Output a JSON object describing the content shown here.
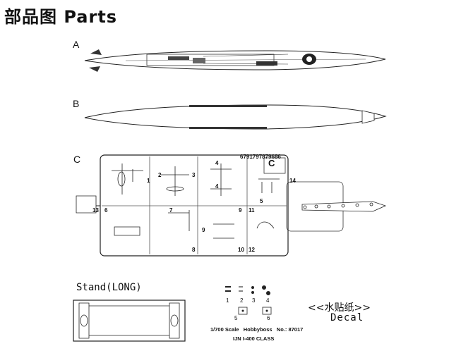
{
  "title": "部品图 Parts",
  "parts": {
    "a_label": "A",
    "b_label": "B",
    "c_label": "C",
    "sprue_code": "6791797879686",
    "sprue_letter": "C",
    "part_numbers": [
      "1",
      "2",
      "3",
      "4",
      "4",
      "5",
      "6",
      "7",
      "8",
      "9",
      "9",
      "10",
      "11",
      "12",
      "13",
      "14"
    ]
  },
  "stand": {
    "label": "Stand(LONG)"
  },
  "decal": {
    "title": "<<水贴纸>>",
    "subtitle": "Decal",
    "numbers": [
      "1",
      "2",
      "3",
      "4",
      "5",
      "6"
    ],
    "scale_line": "1/700 Scale   Hobbyboss   No.: 87017",
    "class_line": "IJN I-400 CLASS"
  }
}
